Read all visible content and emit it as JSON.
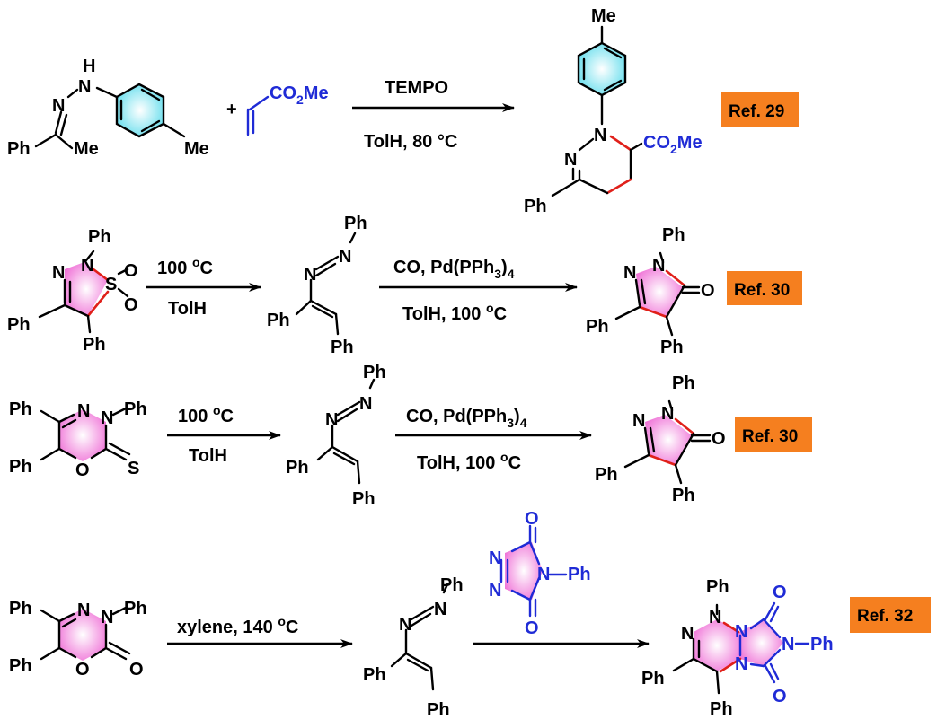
{
  "reactions": [
    {
      "conditions_above": "TEMPO",
      "conditions_below": "TolH, 80 °C",
      "reference": "Ref. 29",
      "labels": {
        "ph": "Ph",
        "me": "Me",
        "me2": "Me",
        "nh": "H",
        "n1": "N",
        "n2": "N",
        "plus": "+",
        "co2me": "CO2Me",
        "p_me": "Me",
        "p_n1": "N",
        "p_n2": "N",
        "p_co2me": "CO2Me",
        "p_ph": "Ph"
      }
    },
    {
      "step1_above": "100 °C",
      "step1_below": "TolH",
      "step2_above": "CO, Pd(PPh3)4",
      "step2_below": "TolH, 100 °C",
      "reference": "Ref. 30"
    },
    {
      "step1_above": "100 °C",
      "step1_below": "TolH",
      "step2_above": "CO, Pd(PPh3)4",
      "step2_below": "TolH, 100 °C",
      "reference": "Ref. 30"
    },
    {
      "step1_above": "xylene, 140 °C",
      "reference": "Ref. 32"
    }
  ],
  "colors": {
    "ref_box": "#f57f1f",
    "reagent_blue": "#1f2bd6",
    "new_bond_red": "#e0201a",
    "ring_pink": "#f07ad8",
    "ring_cyan": "#66e0ee"
  }
}
